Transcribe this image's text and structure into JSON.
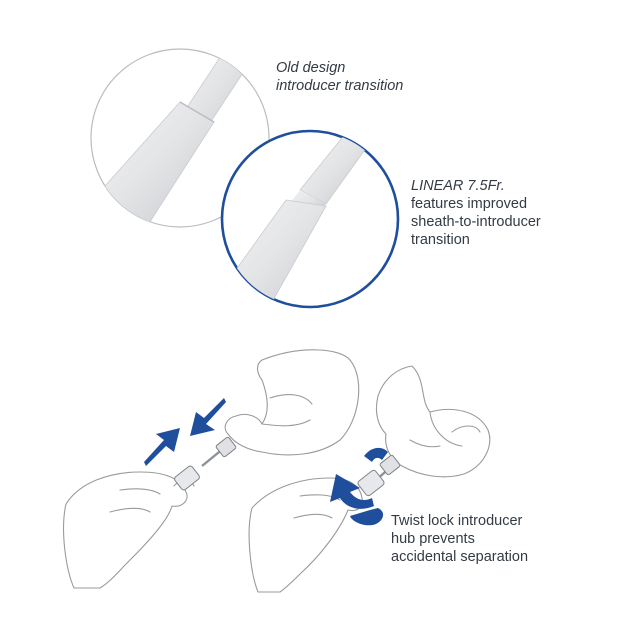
{
  "captions": {
    "old_design": [
      "Old design",
      "introducer transition"
    ],
    "linear": [
      "LINEAR 7.5Fr.",
      "features improved",
      "sheath-to-introducer",
      "transition"
    ],
    "twist_lock": [
      "Twist lock introducer",
      "hub prevents",
      "accidental separation"
    ]
  },
  "colors": {
    "accent_blue": "#1f4e9c",
    "circle_outline_gray": "#bcbcbc",
    "line_art": "#9a9a9a",
    "tube_light": "#e9eaec",
    "tube_shadow": "#bfc2c6",
    "text": "#333b44"
  },
  "icons": [
    "arrow-left-icon",
    "arrow-right-icon",
    "twist-arrow-icon",
    "hand-icon",
    "catheter-icon"
  ]
}
